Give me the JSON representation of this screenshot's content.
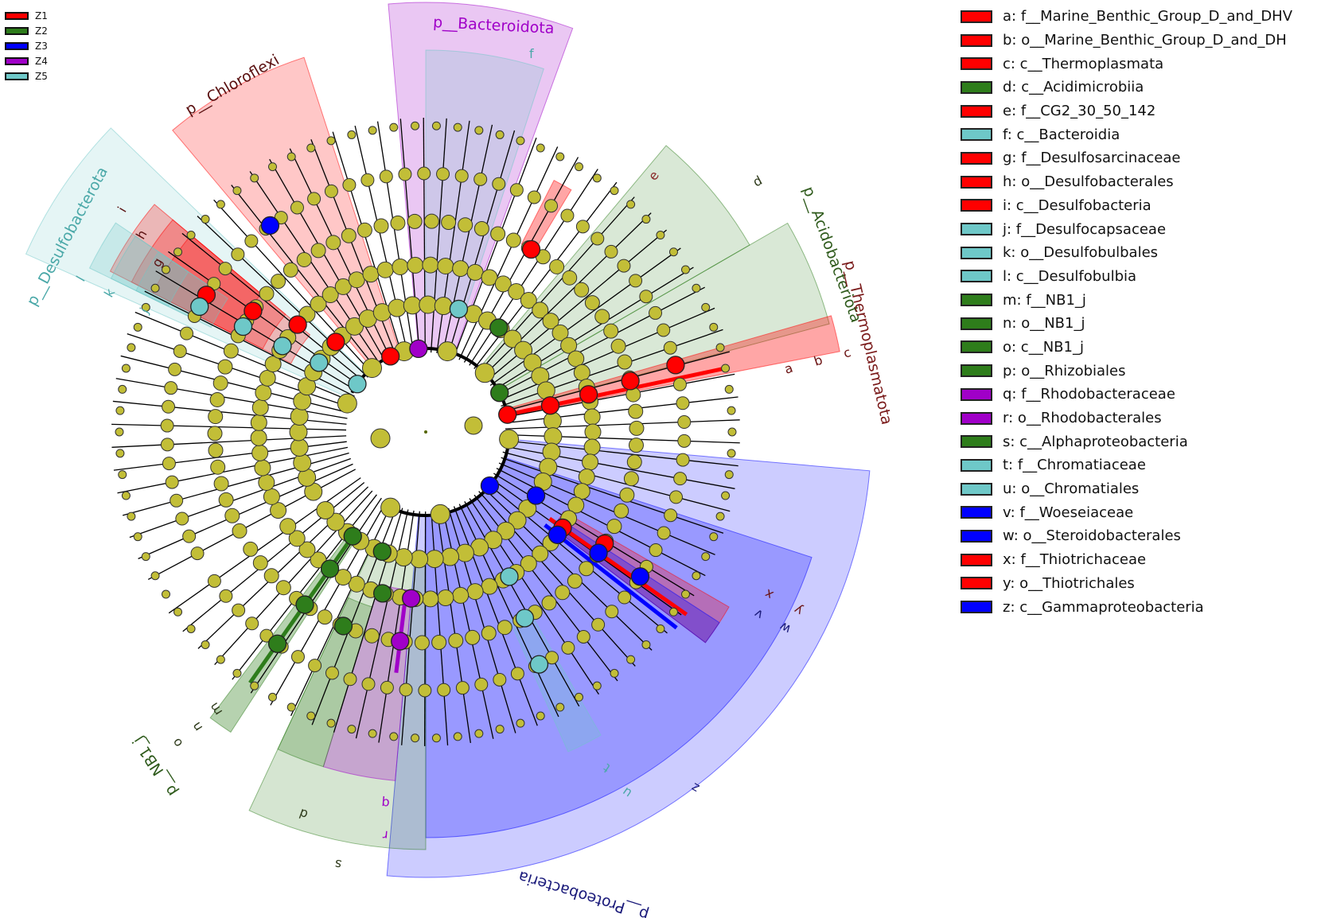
{
  "group_legend": [
    {
      "label": "Z1",
      "color": "#ff0000"
    },
    {
      "label": "Z2",
      "color": "#2e7d1b"
    },
    {
      "label": "Z3",
      "color": "#0000ff"
    },
    {
      "label": "Z4",
      "color": "#a000c8"
    },
    {
      "label": "Z5",
      "color": "#6ec8c8"
    }
  ],
  "taxa_legend": [
    {
      "label": "a: f__Marine_Benthic_Group_D_and_DHV",
      "group": "Z1"
    },
    {
      "label": "b: o__Marine_Benthic_Group_D_and_DH",
      "group": "Z1"
    },
    {
      "label": "c: c__Thermoplasmata",
      "group": "Z1"
    },
    {
      "label": "d: c__Acidimicrobiia",
      "group": "Z2"
    },
    {
      "label": "e: f__CG2_30_50_142",
      "group": "Z1"
    },
    {
      "label": "f: c__Bacteroidia",
      "group": "Z5"
    },
    {
      "label": "g: f__Desulfosarcinaceae",
      "group": "Z1"
    },
    {
      "label": "h: o__Desulfobacterales",
      "group": "Z1"
    },
    {
      "label": "i: c__Desulfobacteria",
      "group": "Z1"
    },
    {
      "label": "j: f__Desulfocapsaceae",
      "group": "Z5"
    },
    {
      "label": "k: o__Desulfobulbales",
      "group": "Z5"
    },
    {
      "label": "l: c__Desulfobulbia",
      "group": "Z5"
    },
    {
      "label": "m: f__NB1_j",
      "group": "Z2"
    },
    {
      "label": "n: o__NB1_j",
      "group": "Z2"
    },
    {
      "label": "o: c__NB1_j",
      "group": "Z2"
    },
    {
      "label": "p: o__Rhizobiales",
      "group": "Z2"
    },
    {
      "label": "q: f__Rhodobacteraceae",
      "group": "Z4"
    },
    {
      "label": "r: o__Rhodobacterales",
      "group": "Z4"
    },
    {
      "label": "s: c__Alphaproteobacteria",
      "group": "Z2"
    },
    {
      "label": "t: f__Chromatiaceae",
      "group": "Z5"
    },
    {
      "label": "u: o__Chromatiales",
      "group": "Z5"
    },
    {
      "label": "v: f__Woeseiaceae",
      "group": "Z3"
    },
    {
      "label": "w: o__Steroidobacterales",
      "group": "Z3"
    },
    {
      "label": "x: f__Thiotrichaceae",
      "group": "Z1"
    },
    {
      "label": "y: o__Thiotrichales",
      "group": "Z1"
    },
    {
      "label": "z: c__Gammaproteobacteria",
      "group": "Z3"
    }
  ],
  "colors": {
    "node_default": "#c2be37",
    "edge": "#000000",
    "Z1": "#ff0000",
    "Z2": "#2e7d1b",
    "Z3": "#0000ff",
    "Z4": "#a000c8",
    "Z5": "#6ec8c8"
  },
  "cladogram": {
    "phylum_labels": [
      {
        "label": "p__Chloroflexi",
        "group": "Z1"
      },
      {
        "label": "p__Bacteroidota",
        "group": "Z4"
      },
      {
        "label": "p__Desulfobacterota",
        "group": "Z5"
      },
      {
        "label": "p__Acidobacteriota",
        "group": "Z2"
      },
      {
        "label": "p__Thermoplasmatota",
        "group": "Z1"
      },
      {
        "label": "p__NB1_j",
        "group": "Z2"
      },
      {
        "label": "p__Proteobacteria",
        "group": "Z3"
      }
    ],
    "clade_letters": [
      "a",
      "b",
      "c",
      "d",
      "e",
      "f",
      "g",
      "h",
      "i",
      "j",
      "k",
      "l",
      "m",
      "n",
      "o",
      "d",
      "p",
      "q",
      "r",
      "s",
      "t",
      "u",
      "v",
      "w",
      "x",
      "y",
      "z"
    ]
  }
}
